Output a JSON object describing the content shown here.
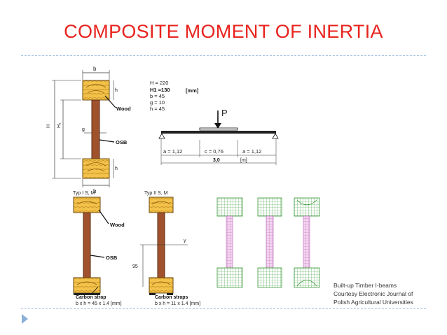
{
  "slide": {
    "title": "COMPOSITE MOMENT OF INERTIA"
  },
  "figure": {
    "top_section": {
      "dim_b_top": "b",
      "dim_b_bottom": "b",
      "dim_h_top": "h",
      "dim_h_bottom": "h",
      "dim_H": "H",
      "dim_H1": "H₁",
      "dim_g": "g",
      "label_wood": "Wood",
      "label_osb": "OSB",
      "params": [
        "H = 220",
        "H1 =130",
        "b = 45",
        "g = 10",
        "h = 45"
      ],
      "params_unit": "[mm]"
    },
    "beam": {
      "load_label": "P",
      "a_left": "a = 1,12",
      "c_mid": "c = 0,76",
      "a_right": "a = 1,12",
      "span": "3,0",
      "span_unit": "[m]"
    },
    "type1": {
      "label": "Typ I  S, M",
      "label_wood": "Wood",
      "label_osb": "OSB",
      "strap_label": "Carbon strap",
      "strap_dims": "b x h = 45  x 1.4  [mm]"
    },
    "type2": {
      "label": "Typ II  S, M",
      "axis_y": "y",
      "dim_95": "95",
      "strap_label": "Carbon straps",
      "strap_dims": "b x h = 11 x 1.4  [mm]"
    }
  },
  "caption": {
    "line1": "Built-up Timber I-beams",
    "line2": "Courtesy Electronic Journal of",
    "line3": "Polish Agricultural Universities"
  }
}
